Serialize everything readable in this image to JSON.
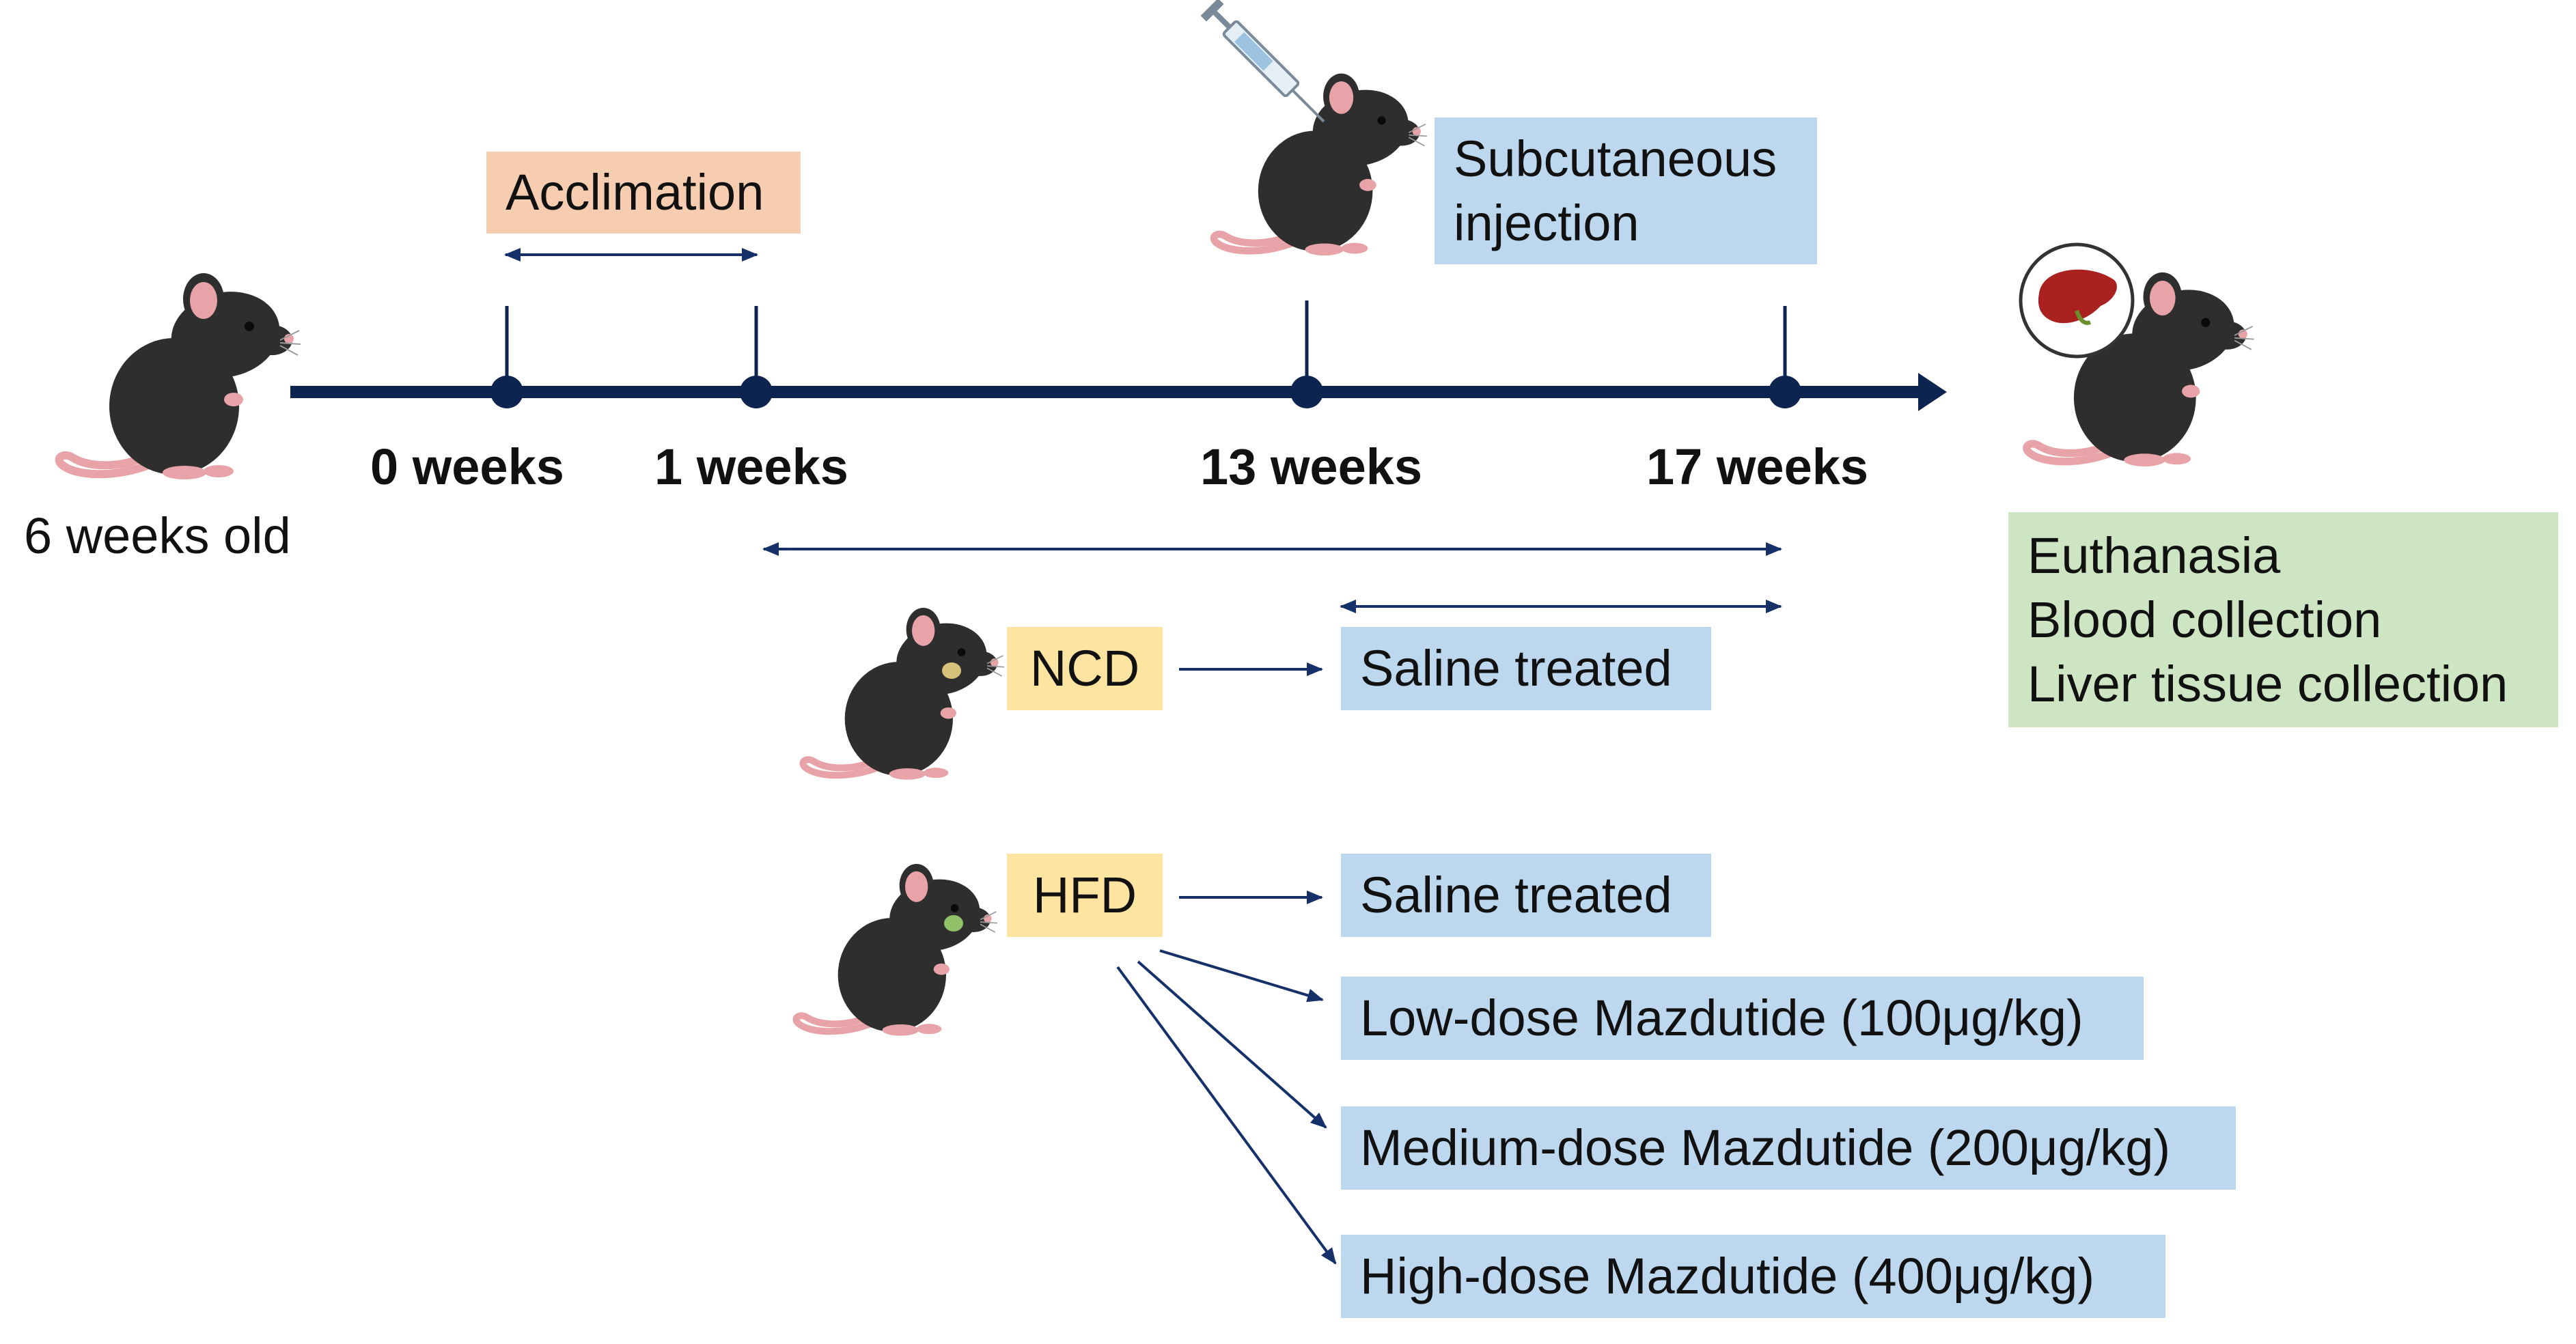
{
  "colors": {
    "timeline": "#0d2450",
    "arrow": "#16306a",
    "acclimation_box": "#f6cdb0",
    "injection_box": "#bcd7ee",
    "treatment_box": "#bcd7ee",
    "diet_box": "#fde4a0",
    "endpoint_box": "#cde5c2",
    "mouse_body": "#2e2e2e",
    "mouse_tail": "#e8a3a8"
  },
  "start_label": "6 weeks old",
  "timeline": {
    "ticks": [
      "0 weeks",
      "1 weeks",
      "13 weeks",
      "17 weeks"
    ]
  },
  "acclimation": {
    "label": "Acclimation"
  },
  "injection": {
    "lines": [
      "Subcutaneous",
      "injection"
    ]
  },
  "endpoint": {
    "lines": [
      "Euthanasia",
      "Blood collection",
      "Liver tissue collection"
    ]
  },
  "groups": {
    "ncd": {
      "diet": "NCD",
      "treatment": "Saline treated"
    },
    "hfd": {
      "diet": "HFD",
      "treatments": [
        "Saline treated",
        "Low-dose Mazdutide (100μg/kg)",
        "Medium-dose Mazdutide (200μg/kg)",
        "High-dose Mazdutide (400μg/kg)"
      ]
    }
  },
  "icons": [
    "mouse-icon",
    "syringe-icon",
    "liver-icon",
    "food-pellet-icon"
  ]
}
